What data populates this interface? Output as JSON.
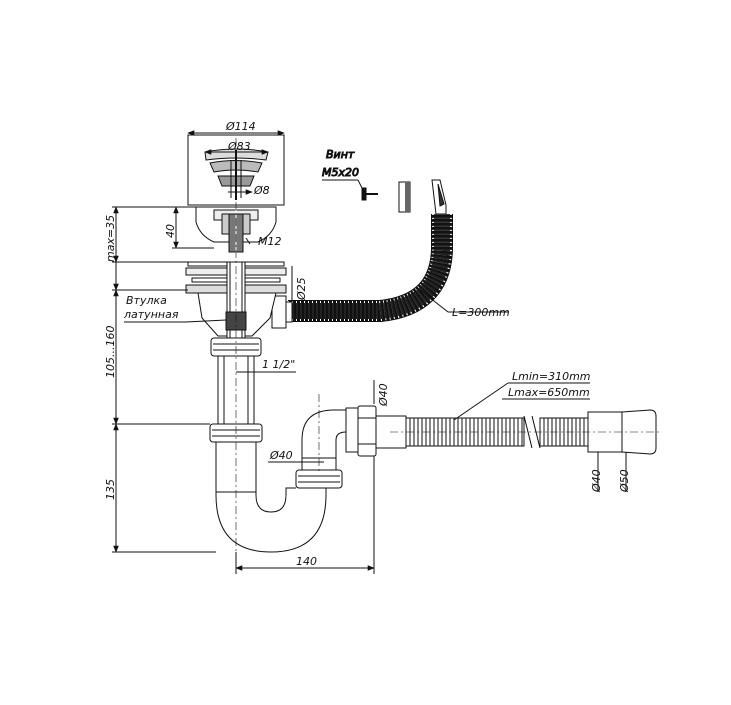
{
  "labels": {
    "d114": "Ø114",
    "d83": "Ø83",
    "d8": "Ø8",
    "vint": "Винт",
    "m5x20": "M5x20",
    "d40_top": "40",
    "m12": "M12",
    "max35": "max=35",
    "d25": "Ø25",
    "l300": "L=300mm",
    "vtulka1": "Втулка",
    "vtulka2": "латунная",
    "h105_160": "105...160",
    "thread": "1 1/2\"",
    "d40_elbow": "Ø40",
    "lmin": "Lmin=310mm",
    "lmax": "Lmax=650mm",
    "d40_trap": "Ø40",
    "h135": "135",
    "w140": "140",
    "d40_end": "Ø40",
    "d50_end": "Ø50"
  }
}
